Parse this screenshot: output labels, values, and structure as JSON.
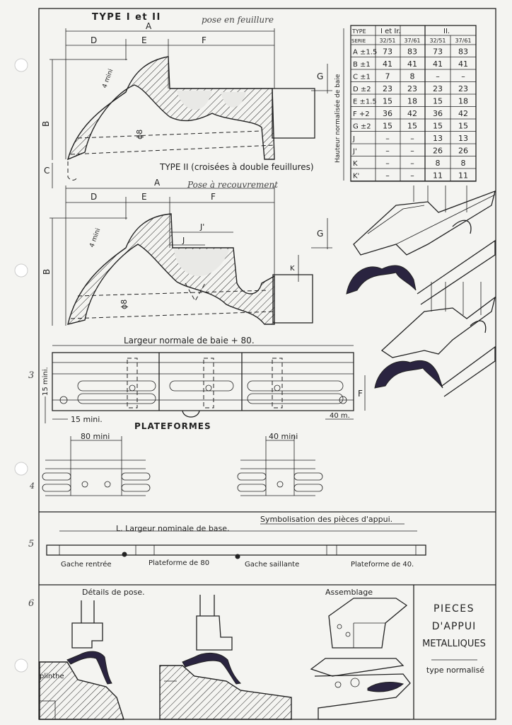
{
  "section1": {
    "title": "TYPE I et II",
    "note": "pose en feuillure",
    "dim_A": "A",
    "dim_D": "D",
    "dim_E": "E",
    "dim_F": "F",
    "dim_G": "G",
    "dim_B": "B",
    "dim_C": "C",
    "dim_4mini": "4 mini",
    "dim_phi8": "ϕ8"
  },
  "section2": {
    "title": "TYPE II (croisées à double feuillures)",
    "note": "Pose à recouvrement",
    "dim_A": "A",
    "dim_D": "D",
    "dim_E": "E",
    "dim_F": "F",
    "dim_G": "G",
    "dim_B": "B",
    "dim_J": "J",
    "dim_Jp": "J'",
    "dim_K": "K",
    "dim_4mini": "4 mini",
    "dim_phi8": "ϕ8"
  },
  "table": {
    "side_label": "Hauteur normalisée de baie",
    "header_type": "TYPE",
    "header_type1": "I et Ir.",
    "header_type2": "II.",
    "header_serie": "SERIE",
    "series": [
      "32/51",
      "37/61",
      "32/51",
      "37/61"
    ],
    "rows": [
      {
        "label": "A ±1.5",
        "values": [
          "73",
          "83",
          "73",
          "83"
        ]
      },
      {
        "label": "B ±1",
        "values": [
          "41",
          "41",
          "41",
          "41"
        ]
      },
      {
        "label": "C ±1",
        "values": [
          "7",
          "8",
          "–",
          "–"
        ]
      },
      {
        "label": "D ±2",
        "values": [
          "23",
          "23",
          "23",
          "23"
        ]
      },
      {
        "label": "E ±1.5",
        "values": [
          "15",
          "18",
          "15",
          "18"
        ]
      },
      {
        "label": "F +2",
        "values": [
          "36",
          "42",
          "36",
          "42"
        ]
      },
      {
        "label": "G ±2",
        "values": [
          "15",
          "15",
          "15",
          "15"
        ]
      },
      {
        "label": "J",
        "values": [
          "–",
          "–",
          "13",
          "13"
        ]
      },
      {
        "label": "J'",
        "values": [
          "–",
          "–",
          "26",
          "26"
        ]
      },
      {
        "label": "K",
        "values": [
          "–",
          "–",
          "8",
          "8"
        ]
      },
      {
        "label": "K'",
        "values": [
          "–",
          "–",
          "11",
          "11"
        ]
      }
    ]
  },
  "plateformes": {
    "width_label": "Largeur normale de baie + 80.",
    "dim_15mini_v": "15 mini.",
    "dim_15mini_h": "15 mini.",
    "dim_40m": "40 m.",
    "dim_F": "F",
    "title": "PLATEFORMES",
    "dim_80mini": "80 mini",
    "dim_40mini": "40 mini"
  },
  "symbolisation": {
    "title": "Symbolisation des pièces d'appui.",
    "length_label": "L. Largeur nominale de base.",
    "gache_rentree": "Gache rentrée",
    "plateforme_80": "Plateforme de 80",
    "gache_saillante": "Gache saillante",
    "plateforme_40": "Plateforme de 40."
  },
  "bottom": {
    "details_label": "Détails de pose.",
    "assemblage_label": "Assemblage",
    "plinthe_label": "plinthe"
  },
  "cartouche": {
    "line1": "PIECES",
    "line2": "D'APPUI",
    "line3": "METALLIQUES",
    "subtitle": "type normalisé"
  },
  "margin_numbers": [
    "3",
    "4",
    "5",
    "6"
  ]
}
